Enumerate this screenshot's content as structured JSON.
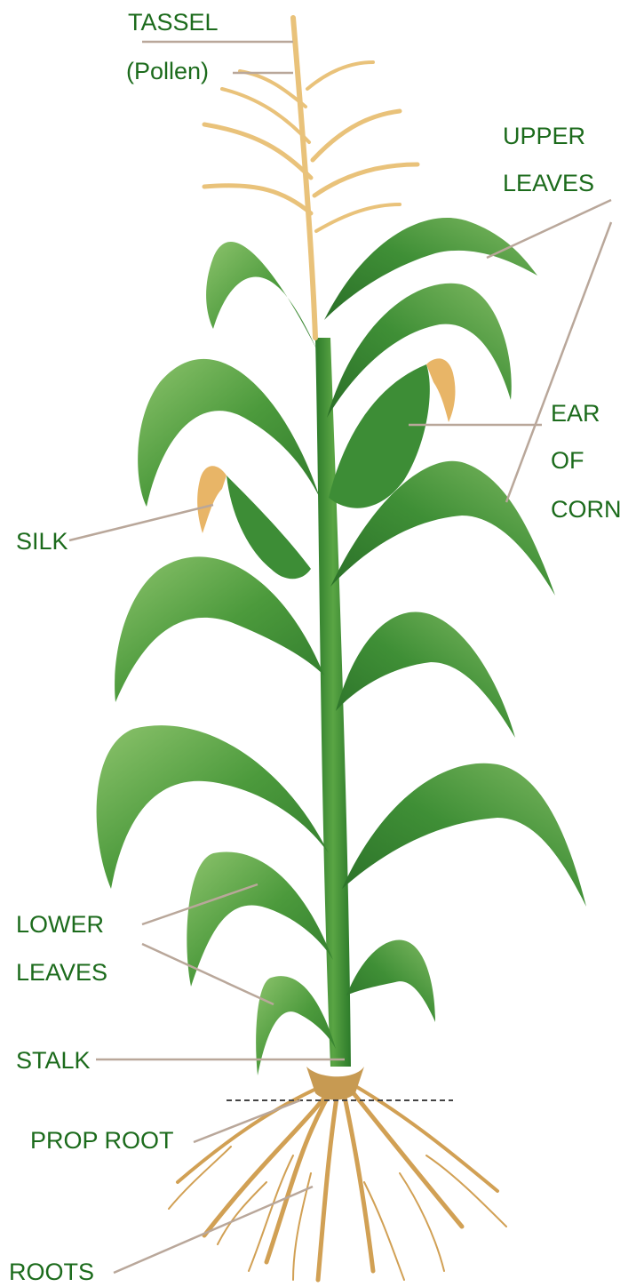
{
  "labels": {
    "tassel": "TASSEL",
    "pollen": "(Pollen)",
    "upper_leaves_1": "UPPER",
    "upper_leaves_2": "LEAVES",
    "ear_1": "EAR",
    "ear_2": "OF",
    "ear_3": "CORN",
    "silk": "SILK",
    "lower_leaves_1": "LOWER",
    "lower_leaves_2": "LEAVES",
    "stalk": "STALK",
    "prop_root": "PROP ROOT",
    "roots": "ROOTS"
  },
  "colors": {
    "label_text": "#1c6b1c",
    "leader_line": "#b9a79a",
    "leaf_dark": "#2f7a2c",
    "leaf_mid": "#4c9a3c",
    "leaf_light": "#8cc36c",
    "stalk": "#3a8a34",
    "tassel": "#e9c27a",
    "silk": "#e8b567",
    "roots": "#d1a054",
    "ground_line": "#444444"
  }
}
